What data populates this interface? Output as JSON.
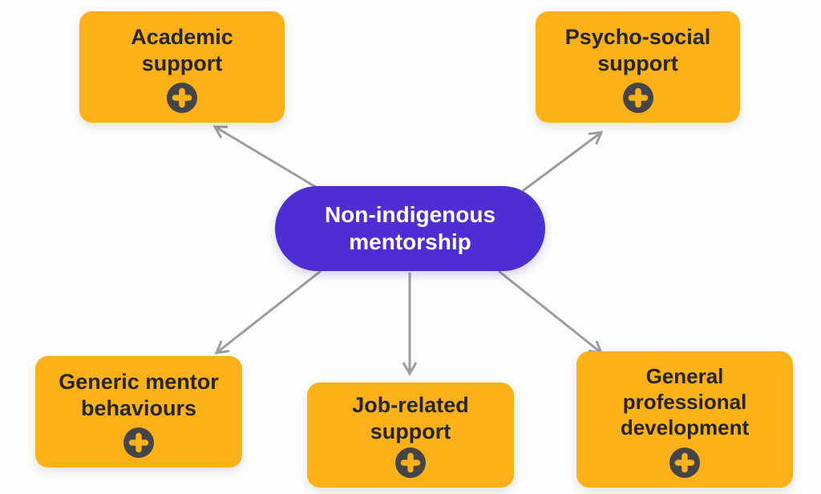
{
  "diagram": {
    "type": "mindmap",
    "central_node": {
      "label": "Non-indigenous\nmentorship"
    },
    "nodes": [
      {
        "id": "academic-support",
        "label": "Academic\nsupport",
        "icon": "plus-icon"
      },
      {
        "id": "psycho-social-support",
        "label": "Psycho-social\nsupport",
        "icon": "plus-icon"
      },
      {
        "id": "generic-mentor-behaviours",
        "label": "Generic mentor\nbehaviours",
        "icon": "plus-icon"
      },
      {
        "id": "job-related-support",
        "label": "Job-related\nsupport",
        "icon": "plus-icon"
      },
      {
        "id": "general-professional-development",
        "label": "General\nprofessional\ndevelopment",
        "icon": "plus-icon"
      }
    ],
    "connections": [
      {
        "from": "central",
        "to": "academic-support"
      },
      {
        "from": "central",
        "to": "psycho-social-support"
      },
      {
        "from": "central",
        "to": "generic-mentor-behaviours"
      },
      {
        "from": "central",
        "to": "job-related-support"
      },
      {
        "from": "central",
        "to": "general-professional-development"
      }
    ],
    "colors": {
      "node_fill": "#FBB117",
      "central_fill": "#4C2ED3",
      "node_text": "#262626",
      "central_text": "#FFFFFF",
      "arrow": "#9C9C9C",
      "plus_circle": "#454545",
      "plus_glyph": "#FBB117",
      "background": "#FDFDFD"
    }
  }
}
